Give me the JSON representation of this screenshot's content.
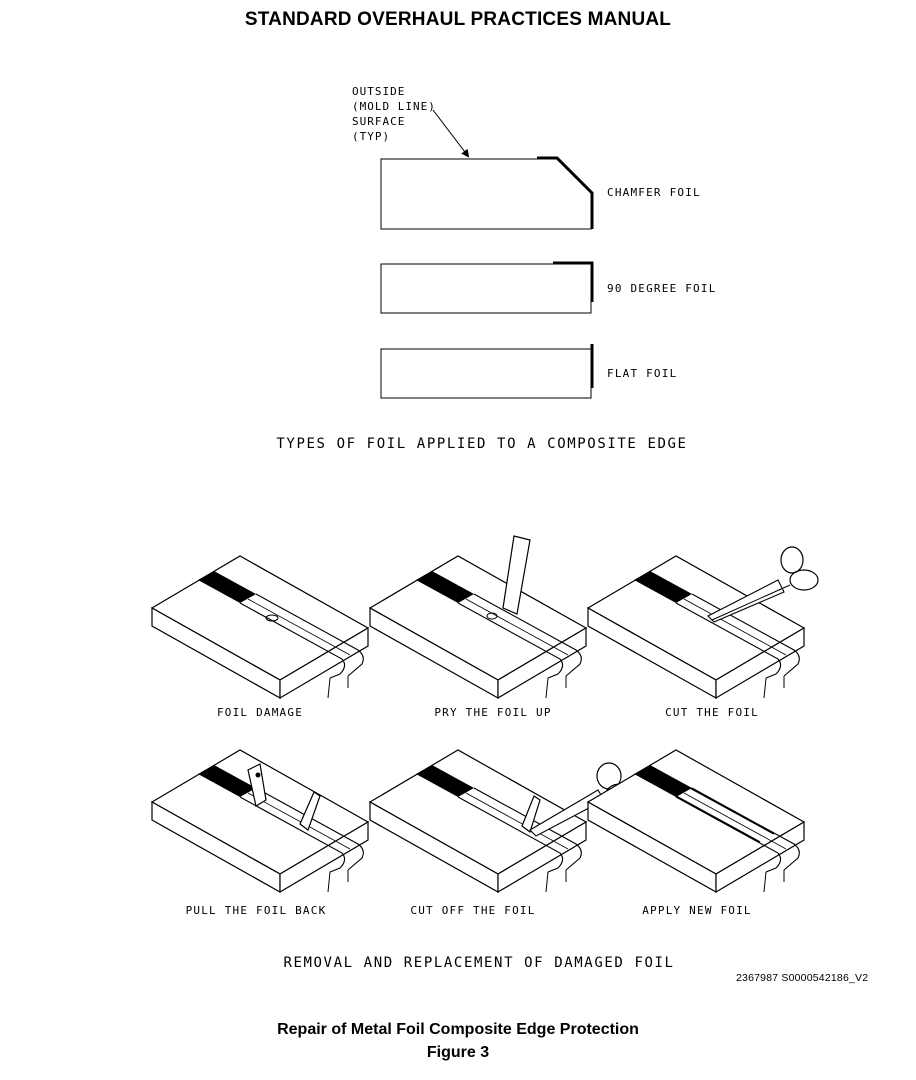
{
  "header": {
    "title": "STANDARD OVERHAUL PRACTICES MANUAL"
  },
  "foil_types": {
    "callout": [
      "OUTSIDE",
      "(MOLD LINE)",
      "SURFACE",
      "(TYP)"
    ],
    "labels": {
      "chamfer": "CHAMFER FOIL",
      "degree90": "90 DEGREE FOIL",
      "flat": "FLAT FOIL"
    },
    "heading": "TYPES OF FOIL APPLIED TO A COMPOSITE EDGE"
  },
  "repair_steps": {
    "step1": "FOIL DAMAGE",
    "step2": "PRY THE FOIL UP",
    "step3": "CUT THE FOIL",
    "step4": "PULL THE FOIL BACK",
    "step5": "CUT OFF THE FOIL",
    "step6": "APPLY NEW FOIL",
    "heading": "REMOVAL AND REPLACEMENT OF DAMAGED FOIL"
  },
  "figure_id": "2367987 S0000542186_V2",
  "caption": {
    "title": "Repair of Metal Foil Composite Edge Protection",
    "figure": "Figure 3"
  }
}
